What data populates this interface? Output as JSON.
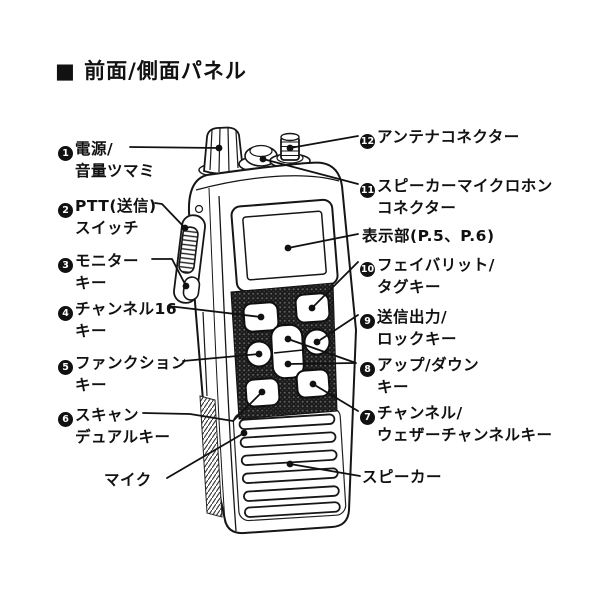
{
  "title": "■ 前面/側面パネル",
  "colors": {
    "ink": "#111111",
    "background": "#ffffff"
  },
  "callouts": {
    "power": {
      "num": "1",
      "line1": "電源/",
      "line2": "音量ツマミ"
    },
    "ptt": {
      "num": "2",
      "line1": "PTT(送信)",
      "line2": "スイッチ"
    },
    "monitor": {
      "num": "3",
      "line1": "モニター",
      "line2": "キー"
    },
    "channel16": {
      "num": "4",
      "line1": "チャンネル16",
      "line2": "キー"
    },
    "function": {
      "num": "5",
      "line1": "ファンクション",
      "line2": "キー"
    },
    "scan_dual": {
      "num": "6",
      "line1": "スキャン",
      "line2": "デュアルキー"
    },
    "channel_wx": {
      "num": "7",
      "line1": "チャンネル/",
      "line2": "ウェザーチャンネルキー"
    },
    "up_down": {
      "num": "8",
      "line1": "アップ/ダウン",
      "line2": "キー"
    },
    "tx_power_lock": {
      "num": "9",
      "line1": "送信出力/",
      "line2": "ロックキー"
    },
    "favorite_tag": {
      "num": "10",
      "line1": "フェイバリット/",
      "line2": "タグキー"
    },
    "sp_mic_connector": {
      "num": "11",
      "line1": "スピーカーマイクロホン",
      "line2": "コネクター"
    },
    "antenna": {
      "num": "12",
      "line1": "アンテナコネクター"
    },
    "display": {
      "label": "表示部(P.5、P.6)"
    },
    "mic": {
      "label": "マイク"
    },
    "speaker": {
      "label": "スピーカー"
    }
  }
}
